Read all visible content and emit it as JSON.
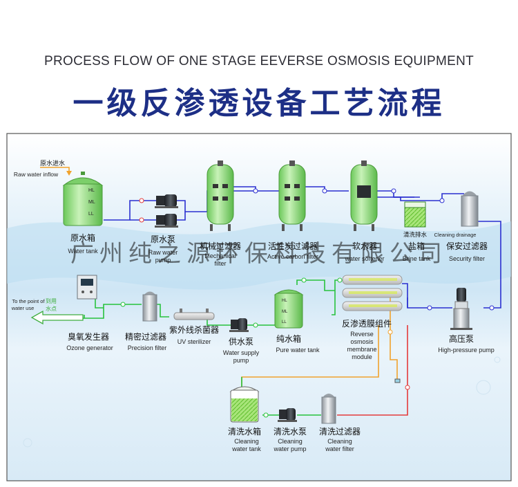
{
  "header": {
    "subtitle": "PROCESS FLOW OF ONE STAGE EEVERSE OSMOSIS EQUIPMENT",
    "title": "一级反渗透设备工艺流程"
  },
  "watermark": "广州纯之源环保科技有限公司",
  "inflow": {
    "cn": "原水进水",
    "en": "Raw water inflow"
  },
  "equipment": {
    "raw_tank": {
      "cn": "原水箱",
      "en": "Water tank"
    },
    "raw_pump": {
      "cn": "原水泵",
      "en1": "Raw water",
      "en2": "pump"
    },
    "mech_filter": {
      "cn": "机械过滤器",
      "en1": "Mechanical",
      "en2": "filter"
    },
    "carbon_filter": {
      "cn": "活性炭过滤器",
      "en": "Active carbon filter"
    },
    "softener": {
      "cn": "软水器",
      "en": "water softener"
    },
    "brine_tank": {
      "cn": "盐箱",
      "en": "Brine tank"
    },
    "drainage": {
      "cn": "清洗排水",
      "en": "Cleaning drainage"
    },
    "security_filter": {
      "cn": "保安过滤器",
      "en": "Security filter"
    },
    "hp_pump": {
      "cn": "高压泵",
      "en": "High-pressure pump"
    },
    "ro_module": {
      "cn": "反渗透膜组件",
      "en1": "Reverse",
      "en2": "osmosis",
      "en3": "membrane",
      "en4": "module"
    },
    "pure_tank": {
      "cn": "纯水箱",
      "en": "Pure water tank"
    },
    "supply_pump": {
      "cn": "供水泵",
      "en1": "Water supply",
      "en2": "pump"
    },
    "uv": {
      "cn": "紫外线杀菌器",
      "en": "UV sterilizer"
    },
    "precision_filter": {
      "cn": "精密过滤器",
      "en": "Precision filter"
    },
    "ozone": {
      "cn": "臭氧发生器",
      "en": "Ozone generator"
    },
    "use_point": {
      "cn1": "到用",
      "cn2": "水点",
      "en1": "To the point of",
      "en2": "water use"
    },
    "clean_tank": {
      "cn": "清洗水箱",
      "en1": "Cleaning",
      "en2": "water tank"
    },
    "clean_pump": {
      "cn": "清洗水泵",
      "en1": "Cleaning",
      "en2": "water pump"
    },
    "clean_filter": {
      "cn": "清洗过滤器",
      "en1": "Cleaning",
      "en2": "water filter"
    }
  },
  "level_marks": [
    "HL",
    "ML",
    "LL"
  ],
  "colors": {
    "title": "#1d2f86",
    "pipe_raw": "#2a2fd0",
    "pipe_pure": "#27c23c",
    "pipe_concentrate": "#f1a22c",
    "pipe_cleaning_return": "#e43a3a",
    "tank_green": "#9fe08a",
    "frame_border": "#555555"
  }
}
